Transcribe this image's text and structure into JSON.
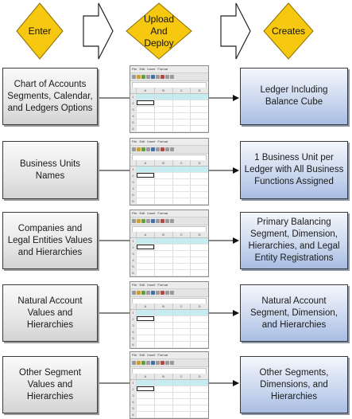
{
  "header": {
    "step1": "Enter",
    "step2_line1": "Upload",
    "step2_line2": "And",
    "step2_line3": "Deploy",
    "step3": "Creates"
  },
  "colors": {
    "diamond_fill": "#f6c80f",
    "diamond_stroke": "#8a6d00",
    "source_box": "#e6e6e6",
    "result_box": "#c9d6ee"
  },
  "sheet": {
    "menus": [
      "File",
      "Edit",
      "Insert",
      "Format"
    ],
    "columns": [
      "A",
      "B",
      "C",
      "D"
    ],
    "rows": [
      "1",
      "2",
      "3",
      "4",
      "5",
      "6"
    ]
  },
  "rows": [
    {
      "source": "Chart of Accounts Segments, Calendar, and Ledgers Options",
      "result": "Ledger Including Balance Cube"
    },
    {
      "source": "Business Units Names",
      "result": "1 Business Unit per Ledger with All Business Functions Assigned"
    },
    {
      "source": "Companies and Legal Entities Values and Hierarchies",
      "result": "Primary Balancing Segment, Dimension, Hierarchies, and Legal Entity Registrations"
    },
    {
      "source": "Natural Account Values and Hierarchies",
      "result": "Natural Account Segment, Dimension, and Hierarchies"
    },
    {
      "source": "Other Segment Values and Hierarchies",
      "result": "Other Segments, Dimensions, and Hierarchies"
    }
  ]
}
